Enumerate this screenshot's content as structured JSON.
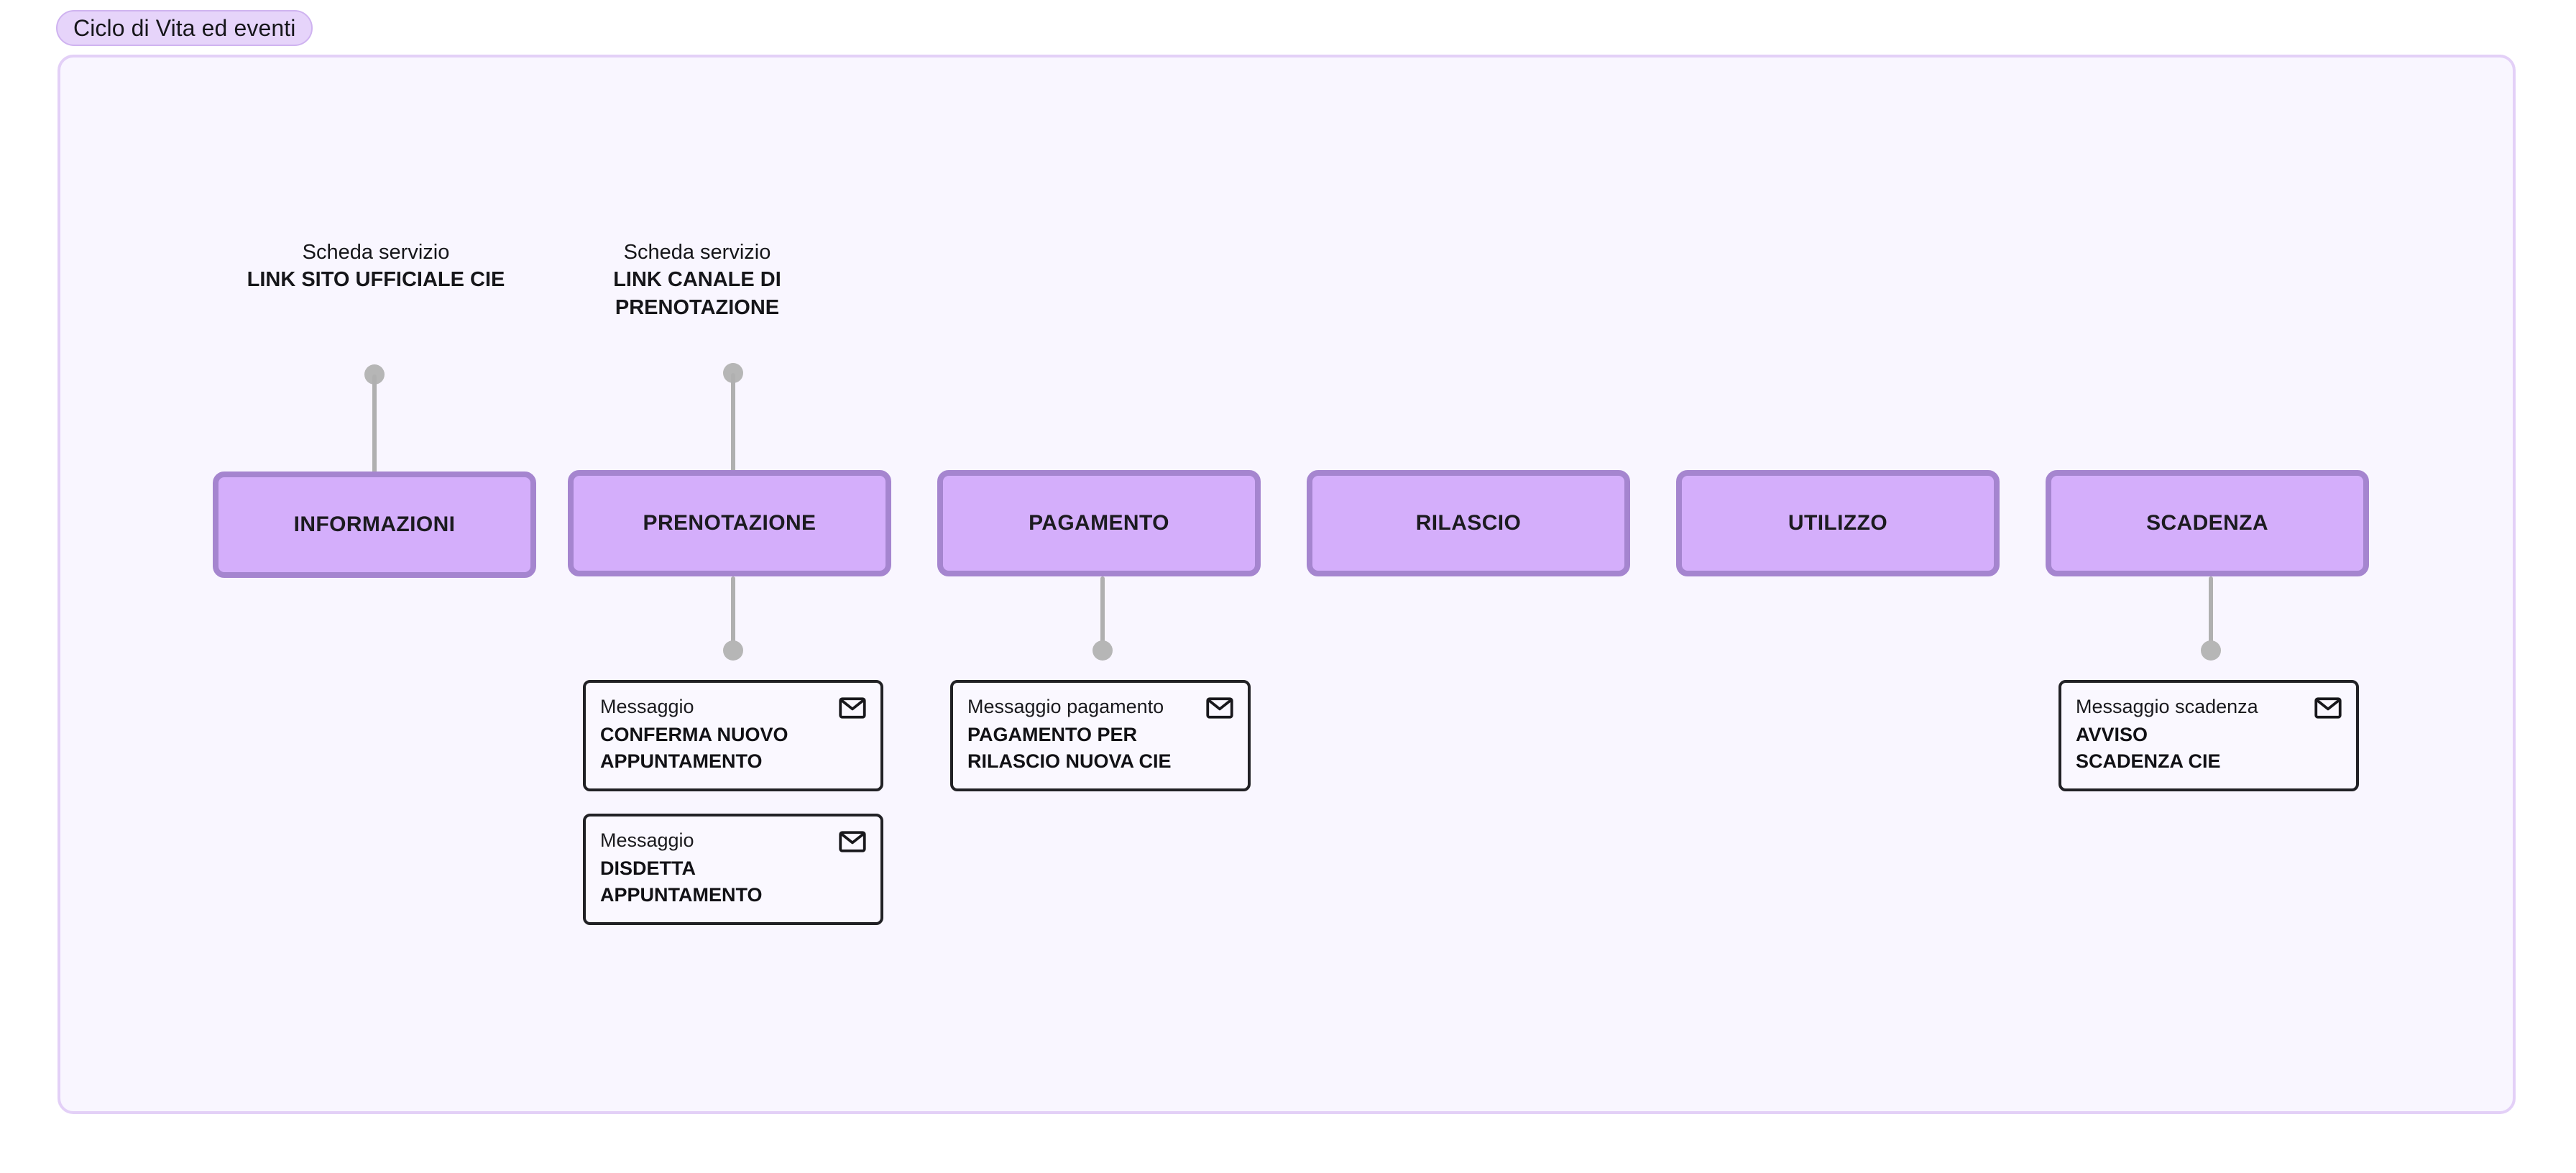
{
  "diagram": {
    "title_badge": "Ciclo di Vita ed eventi",
    "colors": {
      "badge_bg": "#e6d4fa",
      "badge_border": "#cfb3f0",
      "panel_bg": "#f9f6ff",
      "panel_border": "#e3d0f7",
      "stage_fill": "#d4aefb",
      "stage_border": "#a585cf",
      "connector": "#b6b6b6",
      "card_border": "#212125",
      "card_bg": "#faf8ff"
    },
    "stages": [
      {
        "id": "informazioni",
        "label": "INFORMAZIONI"
      },
      {
        "id": "prenotazione",
        "label": "PRENOTAZIONE"
      },
      {
        "id": "pagamento",
        "label": "PAGAMENTO"
      },
      {
        "id": "rilascio",
        "label": "RILASCIO"
      },
      {
        "id": "utilizzo",
        "label": "UTILIZZO"
      },
      {
        "id": "scadenza",
        "label": "SCADENZA"
      }
    ],
    "top_labels": [
      {
        "stage": "informazioni",
        "kind": "Scheda servizio",
        "name": "LINK SITO UFFICIALE CIE"
      },
      {
        "stage": "prenotazione",
        "kind": "Scheda servizio",
        "name": "LINK CANALE DI PRENOTAZIONE"
      }
    ],
    "message_cards": [
      {
        "stage": "prenotazione",
        "kind": "Messaggio",
        "title": "CONFERMA NUOVO\nAPPUNTAMENTO",
        "icon": "envelope-icon"
      },
      {
        "stage": "prenotazione",
        "kind": "Messaggio",
        "title": "DISDETTA\nAPPUNTAMENTO",
        "icon": "envelope-icon"
      },
      {
        "stage": "pagamento",
        "kind": "Messaggio pagamento",
        "title": "PAGAMENTO PER\nRILASCIO NUOVA CIE",
        "icon": "envelope-icon"
      },
      {
        "stage": "scadenza",
        "kind": "Messaggio scadenza",
        "title": "AVVISO\nSCADENZA CIE",
        "icon": "envelope-icon"
      }
    ]
  }
}
